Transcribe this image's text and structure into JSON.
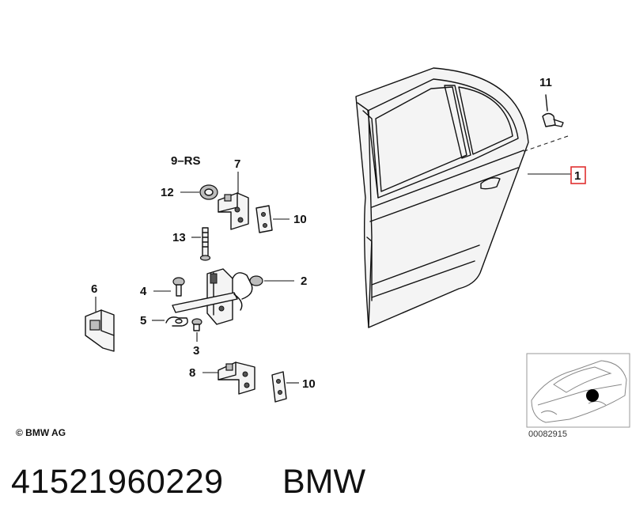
{
  "callouts": {
    "c1": "1",
    "c2": "2",
    "c3": "3",
    "c4": "4",
    "c5": "5",
    "c6": "6",
    "c7": "7",
    "c8": "8",
    "c9": "9–RS",
    "c10a": "10",
    "c10b": "10",
    "c11": "11",
    "c12": "12",
    "c13": "13"
  },
  "footer": {
    "copyright": "© BMW AG",
    "ref_number": "00082915",
    "part_number": "41521960229",
    "brand": "BMW"
  },
  "colors": {
    "highlight": "#e03030",
    "line": "#111111"
  }
}
